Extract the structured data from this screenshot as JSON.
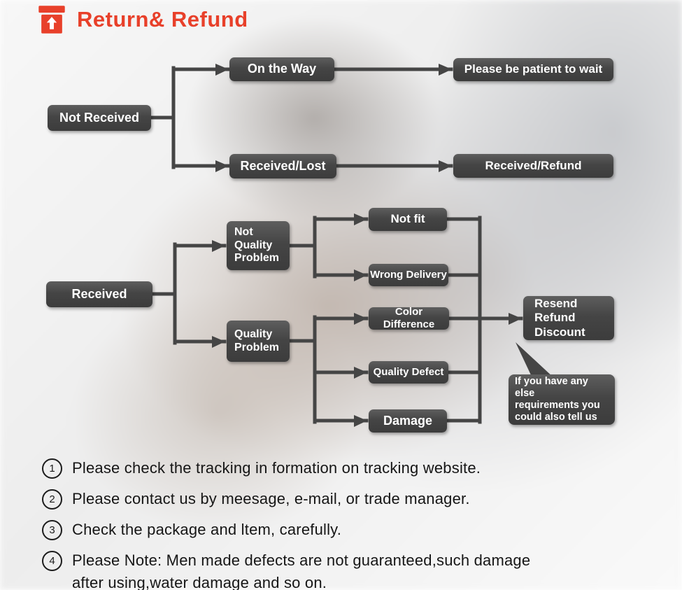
{
  "header": {
    "title": "Return& Refund",
    "accent_color": "#e8402a"
  },
  "flowchart": {
    "box_color": "#474747",
    "nodes": {
      "not_received": "Not Received",
      "on_the_way": "On the Way",
      "be_patient": "Please be patient to wait",
      "received_lost": "Received/Lost",
      "received_refund": "Received/Refund",
      "received": "Received",
      "not_quality_problem": "Not\nQuality\nProblem",
      "quality_problem": "Quality\nProblem",
      "not_fit": "Not fit",
      "wrong_delivery": "Wrong Delivery",
      "color_difference": "Color Difference",
      "quality_defect": "Quality Defect",
      "damage": "Damage",
      "resolution": "Resend\nRefund\nDiscount",
      "bubble": "If you have any else\nrequirements you\ncould also tell us"
    }
  },
  "notes": [
    {
      "num": "1",
      "text": "Please check the tracking in formation on tracking website."
    },
    {
      "num": "2",
      "text": "Please contact us by meesage, e-mail, or trade manager."
    },
    {
      "num": "3",
      "text": "Check the package and ltem, carefully."
    },
    {
      "num": "4",
      "text": "Please Note: Men made defects  are not guaranteed,such damage\nafter using,water damage and so on."
    }
  ]
}
